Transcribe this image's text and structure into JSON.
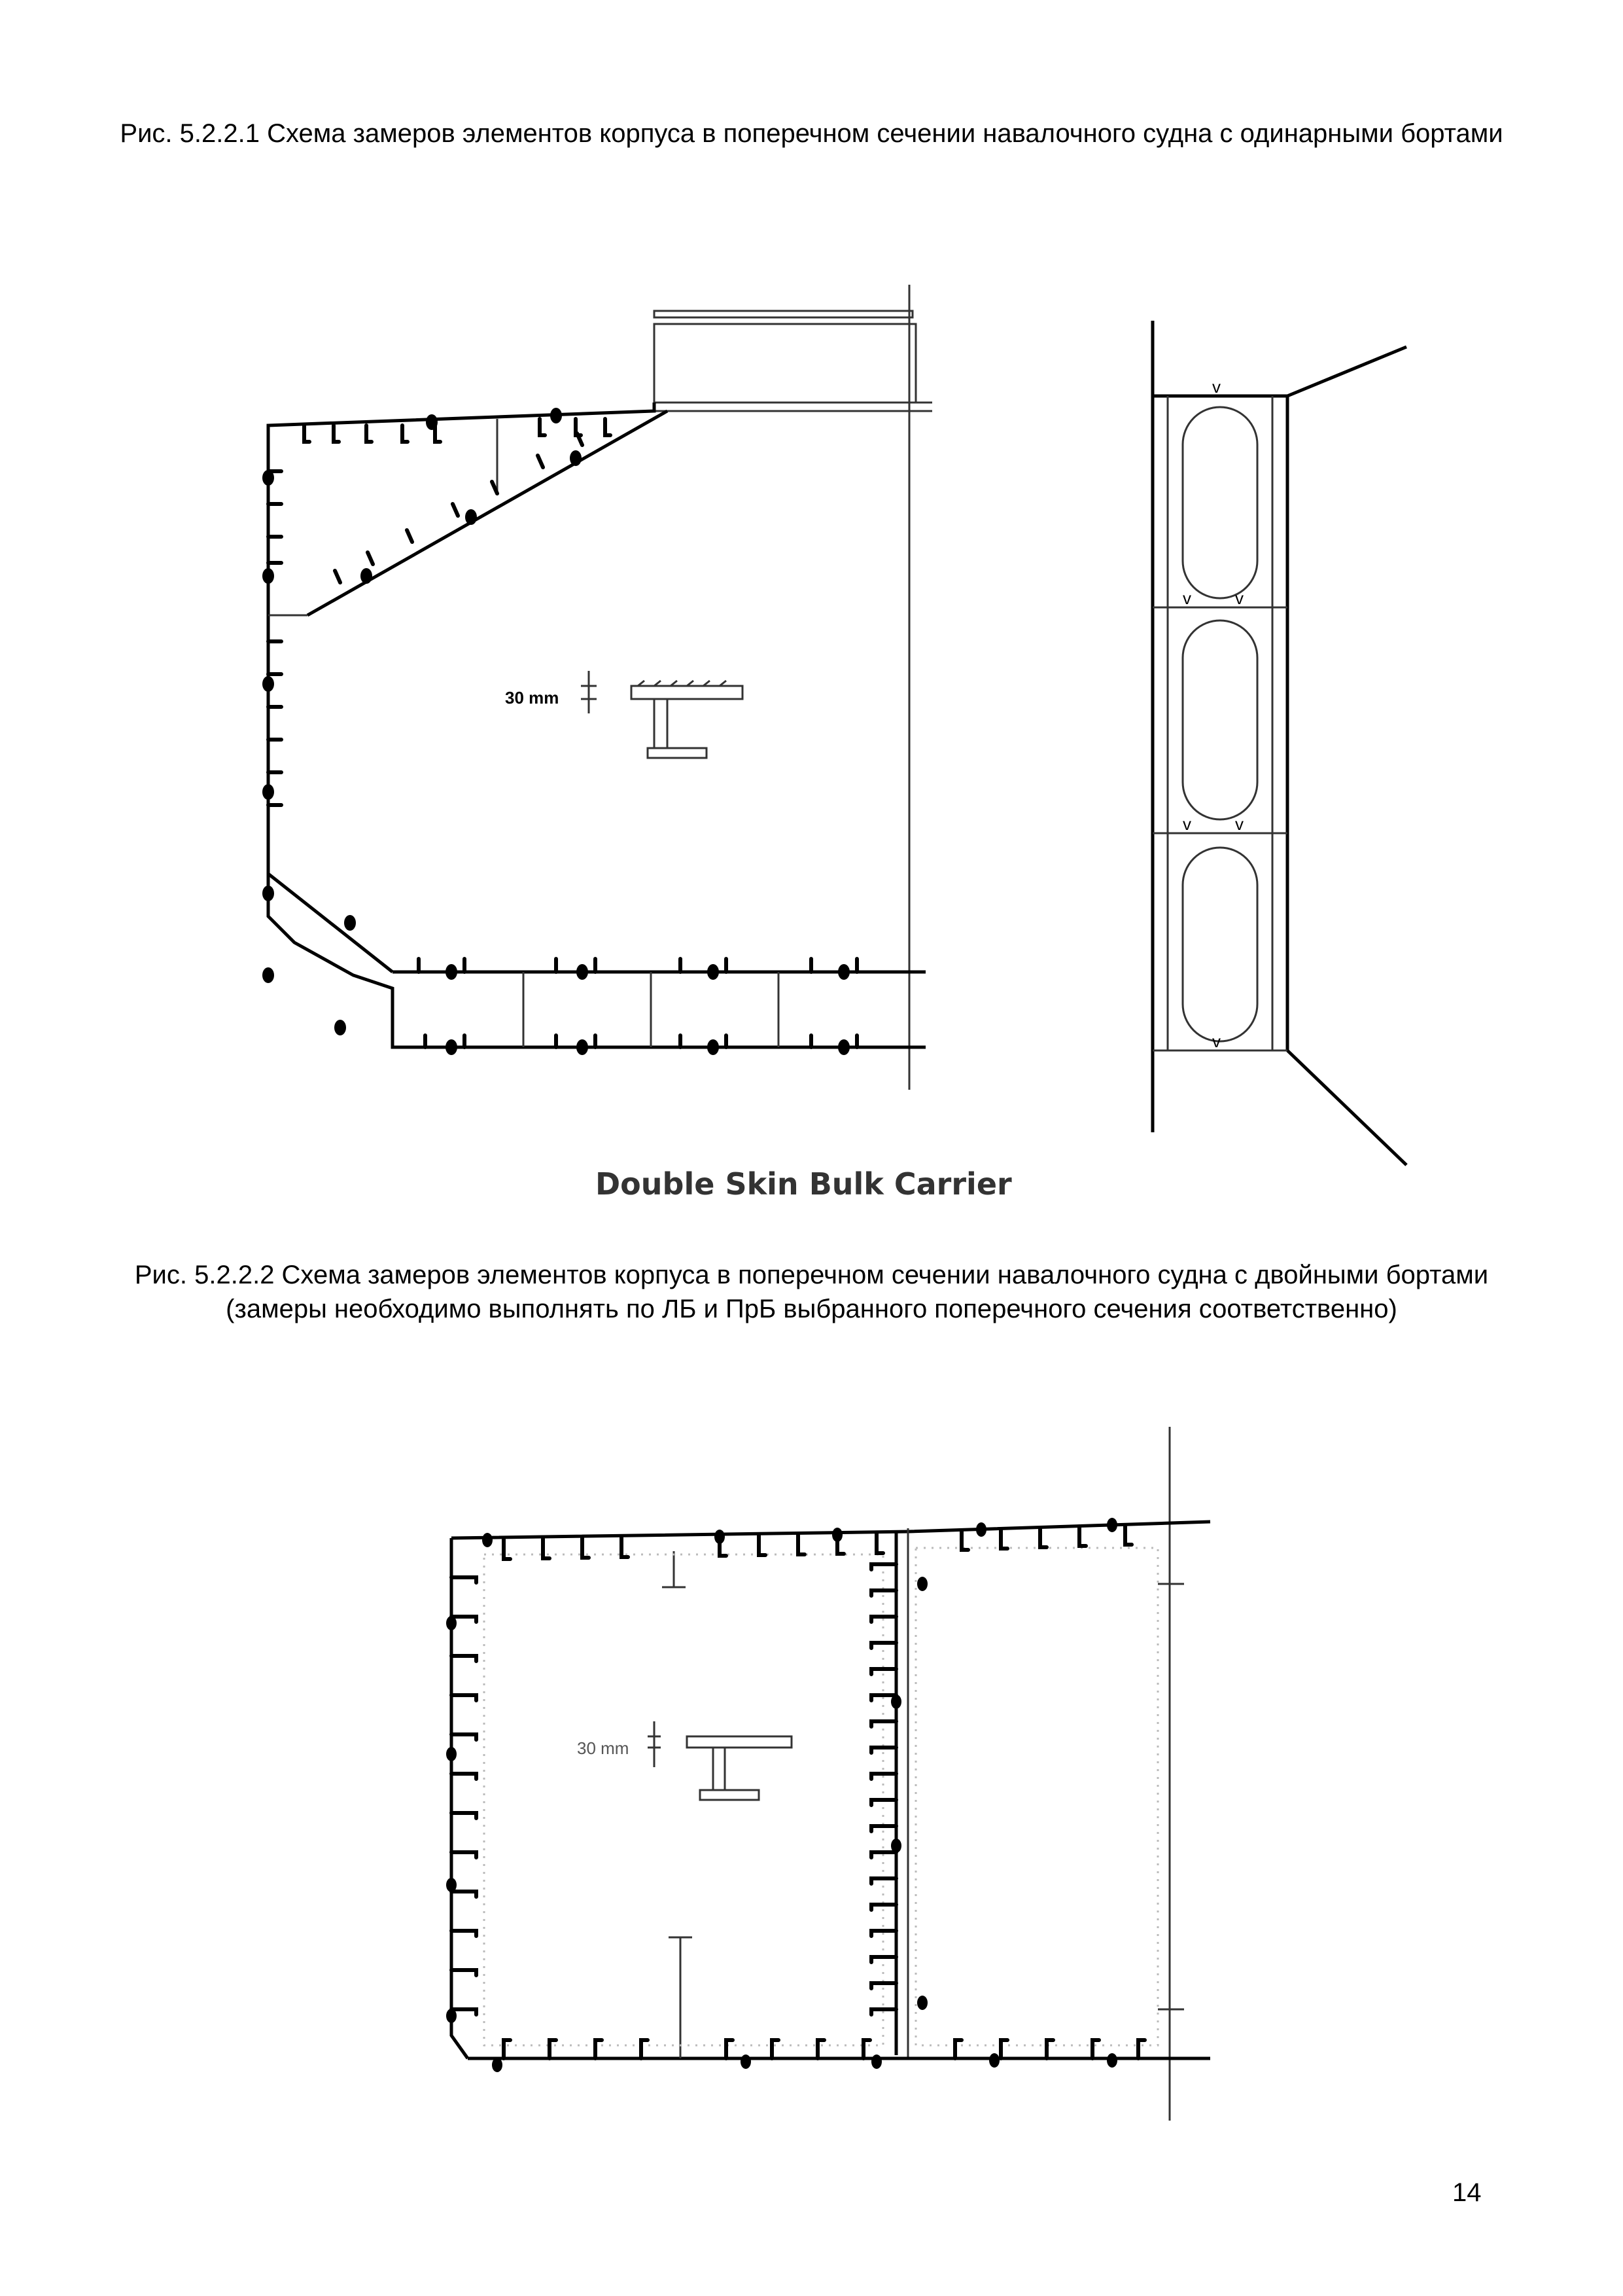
{
  "captions": {
    "fig1": "Рис. 5.2.2.1  Схема замеров элементов корпуса в поперечном сечении навалочного судна с одинарными бортами",
    "fig2": "Рис. 5.2.2.2  Схема замеров элементов корпуса в поперечном сечении навалочного судна с двойными бортами (замеры необходимо выполнять по ЛБ и ПрБ выбранного поперечного сечения соответственно)"
  },
  "figure1": {
    "dimension_label": "30 mm",
    "section_marks": [
      "v",
      "v",
      "v",
      "v",
      "v",
      "v"
    ],
    "title": "Double Skin Bulk Carrier"
  },
  "figure2": {
    "dimension_label": "30 mm"
  },
  "page_number": "14"
}
